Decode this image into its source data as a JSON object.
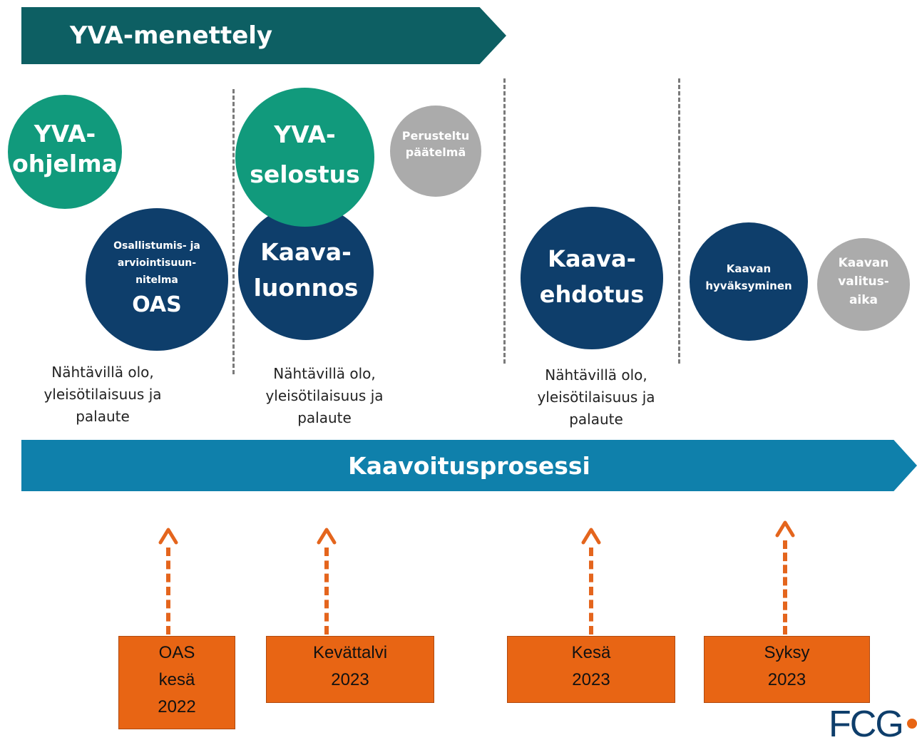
{
  "top_banner": {
    "label": "YVA-menettely"
  },
  "bottom_banner": {
    "label": "Kaavoitusprosessi"
  },
  "circles": {
    "yva_ohjelma": [
      "YVA-",
      "ohjelma"
    ],
    "oas": [
      "Osallistumis- ja",
      "arviointisuun-",
      "nitelma",
      "OAS"
    ],
    "yva_selostus": [
      "YVA-",
      "selostus"
    ],
    "perusteltu": [
      "Perusteltu",
      "päätelmä"
    ],
    "kaavaluonnos": [
      "Kaava-",
      "luonnos"
    ],
    "kaavaehdotus": [
      "Kaava-",
      "ehdotus"
    ],
    "hyvaksyminen": [
      "Kaavan",
      "hyväksyminen"
    ],
    "valitusaika": [
      "Kaavan",
      "valitus-",
      "aika"
    ]
  },
  "captions": [
    [
      "Nähtävillä olo,",
      "yleisötilaisuus ja",
      "palaute"
    ],
    [
      "Nähtävillä olo,",
      "yleisötilaisuus ja",
      "palaute"
    ],
    [
      "Nähtävillä olo,",
      "yleisötilaisuus ja",
      "palaute"
    ]
  ],
  "milestones": [
    [
      "OAS",
      "kesä",
      "2022"
    ],
    [
      "Kevättalvi",
      "2023"
    ],
    [
      "Kesä",
      "2023"
    ],
    [
      "Syksy",
      "2023"
    ]
  ],
  "logo": {
    "text": "FCG"
  },
  "colors": {
    "yva_banner": "#0d5f63",
    "kaavoitus_banner": "#0f80ab",
    "green_circle": "#119a7c",
    "navy_circle": "#0e3e6b",
    "grey_circle": "#ababab",
    "milestone_box": "#e86514",
    "arrow": "#e4651d"
  }
}
